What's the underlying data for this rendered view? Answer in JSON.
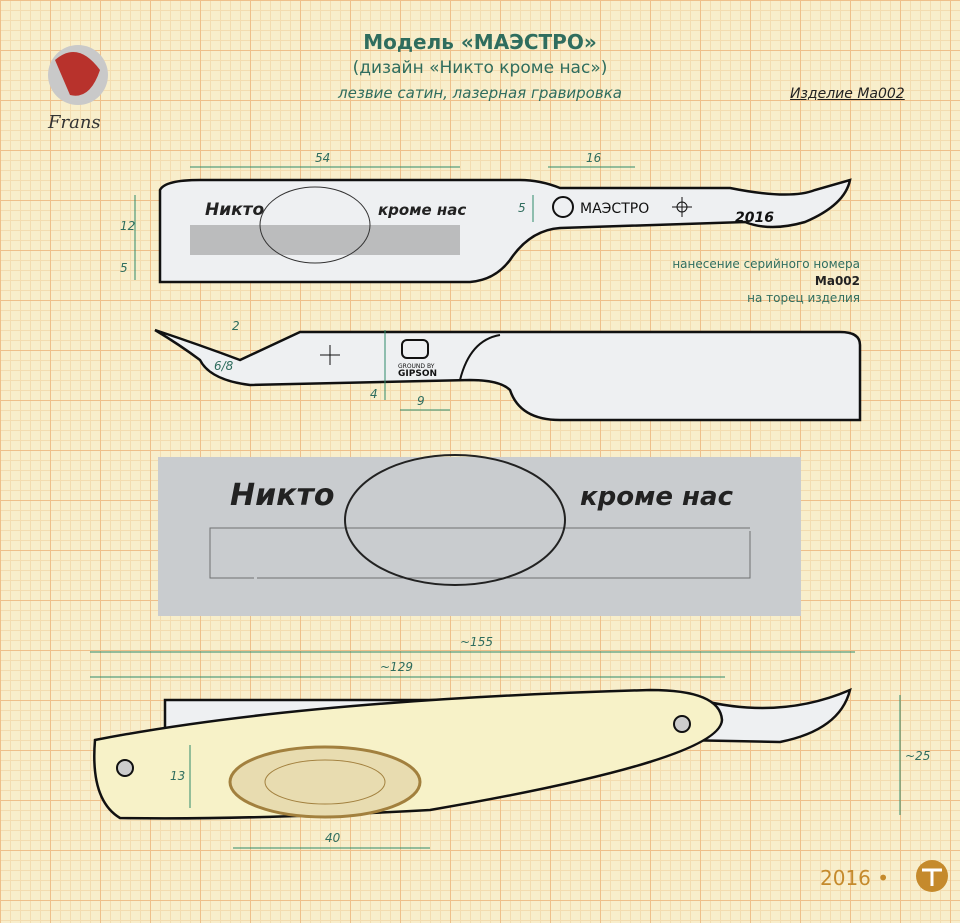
{
  "header": {
    "title": "Модель «МАЭСТРО»",
    "subtitle": "(дизайн «Никто кроме нас»)",
    "finish": "лезвие сатин, лазерная гравировка",
    "item": "Изделие Ма002"
  },
  "logo": {
    "text": "Frans"
  },
  "serial_note": {
    "line1": "нанесение серийного номера",
    "code": "Ма002",
    "line2": "на торец изделия"
  },
  "blade_front": {
    "engraving_left": "Никто",
    "engraving_right": "кроме нас",
    "brand": "МАЭСТРО",
    "year": "2016"
  },
  "blade_back": {
    "mark_top": "GROUND BY",
    "mark_bottom": "GIPSON"
  },
  "dimensions": {
    "d54": "54",
    "d16": "16",
    "d12": "12",
    "d5a": "5",
    "d5b": "5",
    "d2": "2",
    "d68": "6/8",
    "d4": "4",
    "d9": "9",
    "d155": "~155",
    "d129": "~129",
    "d25": "~25",
    "d13": "13",
    "d40": "40"
  },
  "footer": {
    "year": "2016 •"
  }
}
